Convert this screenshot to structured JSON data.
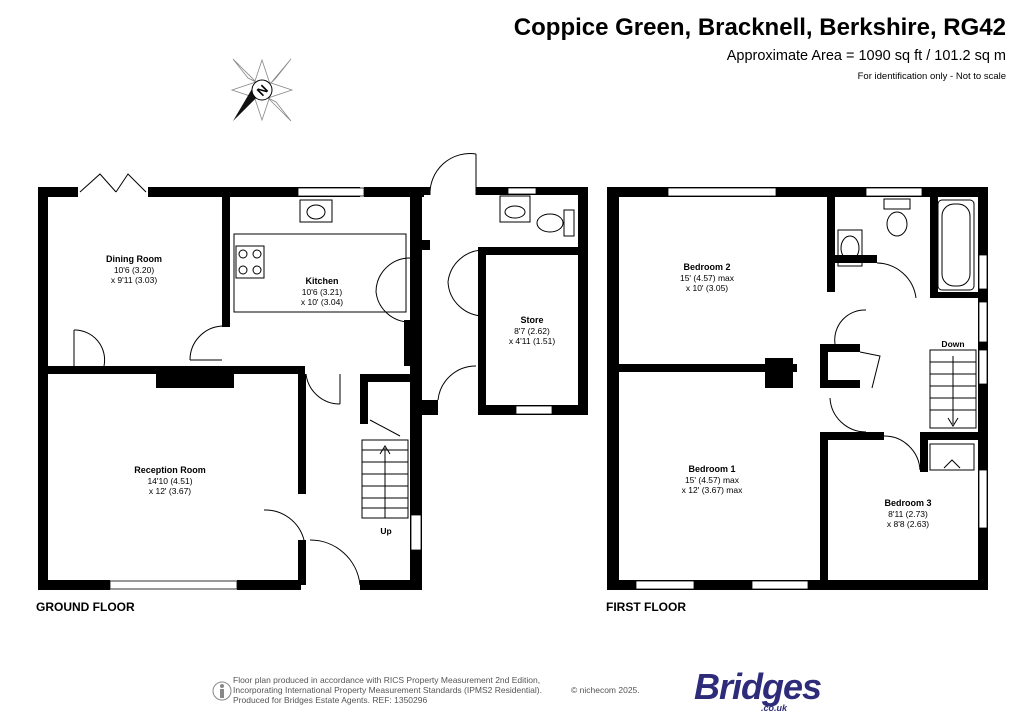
{
  "header": {
    "title": "Coppice Green, Bracknell, Berkshire, RG42",
    "area": "Approximate Area = 1090 sq ft / 101.2 sq m",
    "note": "For identification only - Not to scale"
  },
  "compass": {
    "letter": "N",
    "icon": "north-arrow-icon"
  },
  "ground_floor": {
    "label": "GROUND FLOOR",
    "rooms": [
      {
        "name": "Dining Room",
        "dims": [
          "10'6 (3.20)",
          "x 9'11 (3.03)"
        ]
      },
      {
        "name": "Kitchen",
        "dims": [
          "10'6 (3.21)",
          "x 10' (3.04)"
        ]
      },
      {
        "name": "Store",
        "dims": [
          "8'7 (2.62)",
          "x 4'11 (1.51)"
        ]
      },
      {
        "name": "Reception Room",
        "dims": [
          "14'10 (4.51)",
          "x 12' (3.67)"
        ]
      }
    ],
    "stairs_label": "Up"
  },
  "first_floor": {
    "label": "FIRST FLOOR",
    "rooms": [
      {
        "name": "Bedroom 2",
        "dims": [
          "15' (4.57) max",
          "x 10' (3.05)"
        ]
      },
      {
        "name": "Bedroom 1",
        "dims": [
          "15' (4.57) max",
          "x 12' (3.67) max"
        ]
      },
      {
        "name": "Bedroom 3",
        "dims": [
          "8'11 (2.73)",
          "x 8'8 (2.63)"
        ]
      }
    ],
    "stairs_label": "Down"
  },
  "footer": {
    "lines": [
      "Floor plan produced in accordance with RICS Property Measurement 2nd Edition,",
      "Incorporating International Property Measurement Standards (IPMS2 Residential).",
      "Produced for Bridges Estate Agents.   REF: 1350296"
    ],
    "copyright": "© nichecom 2025.",
    "brand": "Bridges",
    "brand_sub": ".co.uk"
  },
  "colors": {
    "brand": "#2d2b7a",
    "walls": "#000000"
  }
}
